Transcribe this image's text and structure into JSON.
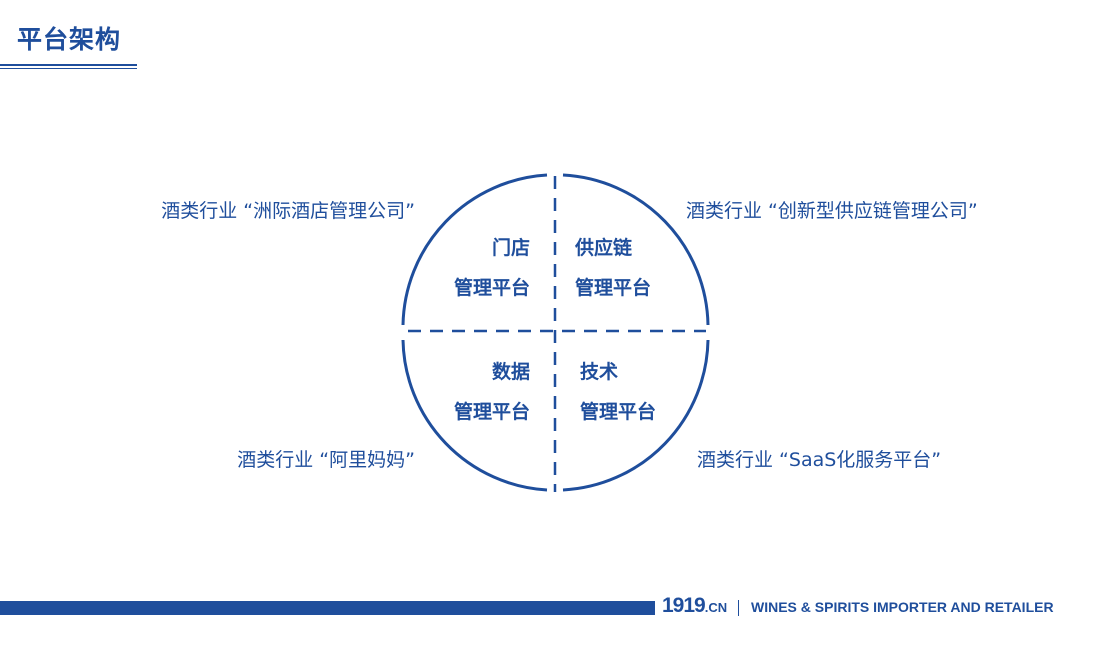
{
  "header": {
    "title": "平台架构"
  },
  "diagram": {
    "quadrants": [
      {
        "line1": "门店",
        "line2": "管理平台"
      },
      {
        "line1": "供应链",
        "line2": "管理平台"
      },
      {
        "line1": "数据",
        "line2": "管理平台"
      },
      {
        "line1": "技术",
        "line2": "管理平台"
      }
    ],
    "side_labels": [
      "酒类行业 “洲际酒店管理公司”",
      "酒类行业 “创新型供应链管理公司”",
      "酒类行业 “阿里妈妈”",
      "酒类行业 “SaaS化服务平台”"
    ]
  },
  "footer": {
    "logo": "1919",
    "logo_suffix": ".CN",
    "tagline": "WINES & SPIRITS IMPORTER AND RETAILER"
  },
  "colors": {
    "brand": "#1f4e9c"
  }
}
